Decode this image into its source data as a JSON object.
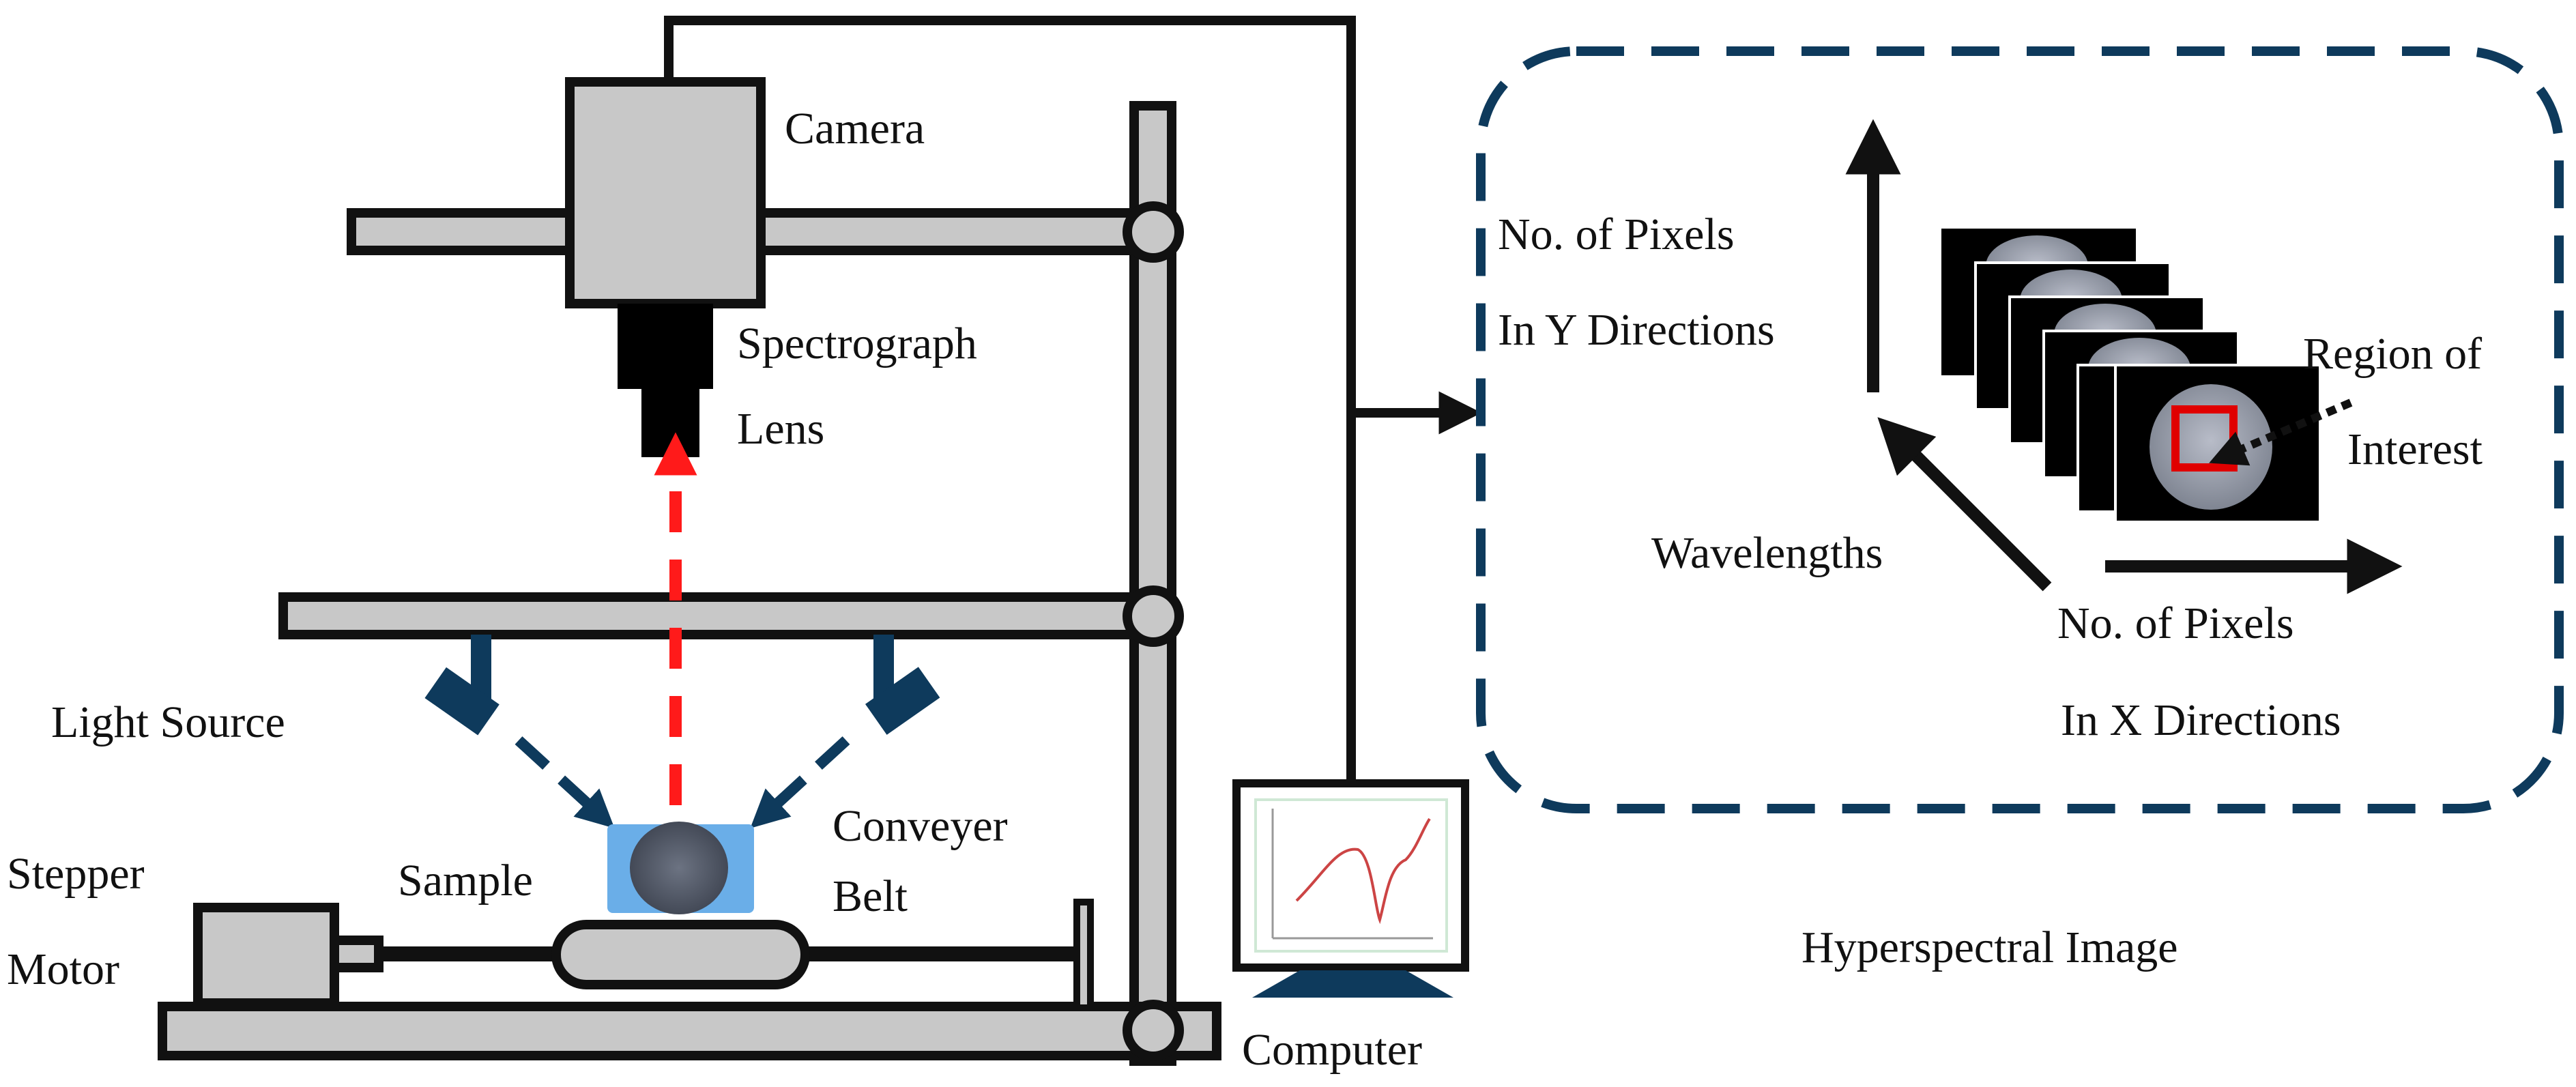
{
  "labels": {
    "camera": "Camera",
    "spectrograph": "Spectrograph",
    "lens": "Lens",
    "light_source": "Light Source",
    "sample": "Sample",
    "conveyer_line1": "Conveyer",
    "conveyer_line2": "Belt",
    "stepper_line1": "Stepper",
    "stepper_line2": "Motor",
    "computer": "Computer",
    "pixels_y_line1": "No. of Pixels",
    "pixels_y_line2": "In Y Directions",
    "wavelengths": "Wavelengths",
    "pixels_x_line1": "No. of Pixels",
    "pixels_x_line2": "In X Directions",
    "roi_line1": "Region of",
    "roi_line2": "Interest",
    "hyperspectral_image": "Hyperspectral Image"
  },
  "colors": {
    "equipment_gray": "#c8c8c8",
    "outline": "#111111",
    "light_blue_accent": "#0e3a5c",
    "beam_red": "#ff1a1a",
    "sample_tray": "#6aaee8",
    "roi_box": "#e00000",
    "monitor_curve": "#cc4444"
  }
}
